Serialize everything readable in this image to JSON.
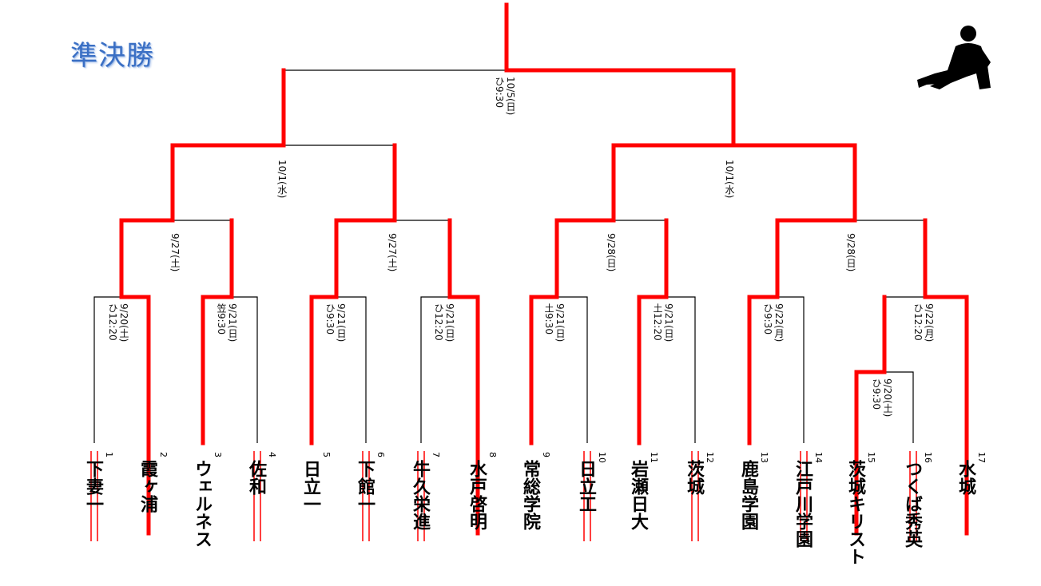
{
  "title": "準決勝",
  "icon": "tennis-player-silhouette-icon",
  "colors": {
    "advance": "#ff0000",
    "line": "#000000",
    "title": "#3a6fc4"
  },
  "teams": [
    {
      "name": "下妻一",
      "seed": "1"
    },
    {
      "name": "霞ヶ浦",
      "seed": "2"
    },
    {
      "name": "ウェルネス",
      "seed": "3"
    },
    {
      "name": "佐和",
      "seed": "4"
    },
    {
      "name": "日立一",
      "seed": "5"
    },
    {
      "name": "下館一",
      "seed": "6"
    },
    {
      "name": "牛久栄進",
      "seed": "7"
    },
    {
      "name": "水戸啓明",
      "seed": "8"
    },
    {
      "name": "常総学院",
      "seed": "9"
    },
    {
      "name": "日立工",
      "seed": "10"
    },
    {
      "name": "岩瀬日大",
      "seed": "11"
    },
    {
      "name": "茨城",
      "seed": "12"
    },
    {
      "name": "鹿島学園",
      "seed": "13"
    },
    {
      "name": "江戸川学園",
      "seed": "14"
    },
    {
      "name": "茨城キリスト",
      "seed": "15"
    },
    {
      "name": "つくば秀英",
      "seed": "16"
    },
    {
      "name": "水城",
      "seed": "17"
    }
  ],
  "dates": {
    "final": "10/5(日)\nひ9:30",
    "sf_left": "10/1(水)",
    "sf_right": "10/1(水)",
    "qf1": "9/27(土)",
    "qf2": "9/27(土)",
    "qf3": "9/28(日)",
    "qf4": "9/28(日)",
    "r1": "9/20(土)\nひ12:20",
    "r2": "9/21(日)\n笠9:30",
    "r3": "9/21(日)\nひ9:30",
    "r4": "9/21(日)\nひ12:20",
    "r5": "9/21(日)\n土9:30",
    "r6": "9/21(日)\n土12:20",
    "r7": "9/22(月)\nひ9:30",
    "r8": "9/22(月)\nひ12:20",
    "r0": "9/20(土)\nひ9:30"
  }
}
